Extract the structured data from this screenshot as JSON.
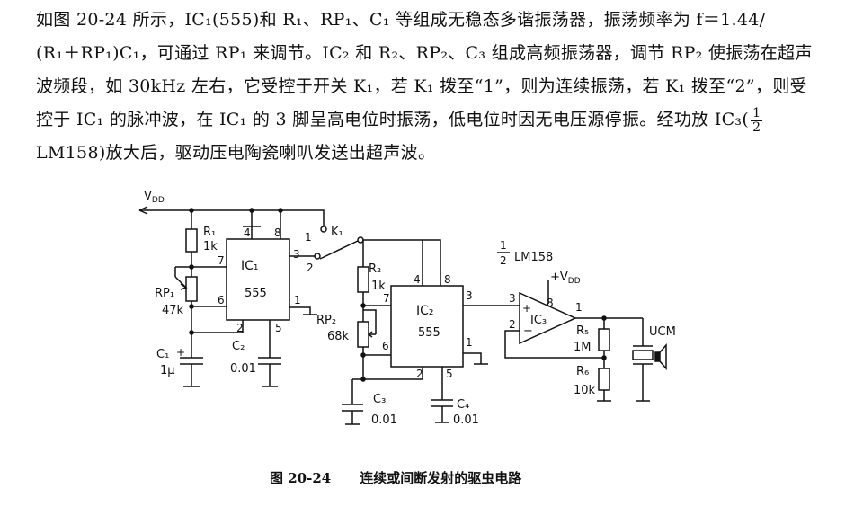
{
  "description": {
    "line1": "如图 20-24 所示，IC₁(555)和 R₁、RP₁、C₁ 等组成无稳态多谐振荡器，振荡频率为 f＝1.44/",
    "line2": "(R₁＋RP₁)C₁，可通过 RP₁ 来调节。IC₂ 和 R₂、RP₂、C₃ 组成高频振荡器，调节 RP₂ 使振荡在超声",
    "line3": "波频段，如 30kHz 左右，它受控于开关 K₁，若 K₁ 拨至“1”，则为连续振荡，若 K₁ 拨至“2”，则受",
    "line4_pre": "控于 IC₁ 的脉冲波，在 IC₁ 的 3 脚呈高电位时振荡，低电位时因无电压源停振。经功放 IC₃(",
    "frac_num": "1",
    "frac_den": "2",
    "line5": "LM158)放大后，驱动压电陶瓷喇叭发送出超声波。"
  },
  "labels": {
    "vdd": "V",
    "vdd_sub": "DD",
    "r1": "R₁",
    "r1_val": "1k",
    "rp1": "RP₁",
    "rp1_val": "47k",
    "c1": "C₁",
    "c1_val": "1μ",
    "c2": "C₂",
    "c2_val": "0.01",
    "ic1": "IC₁",
    "ic1_part": "555",
    "k1": "K₁",
    "r2": "R₂",
    "r2_val": "1k",
    "rp2": "RP₂",
    "rp2_val": "68k",
    "ic2": "IC₂",
    "ic2_part": "555",
    "c3": "C₃",
    "c3_val": "0.01",
    "c4": "C₄",
    "c4_val": "0.01",
    "opamp_frac_num": "1",
    "opamp_frac_den": "2",
    "opamp_part": "LM158",
    "opamp_vdd": "+V",
    "ic3": "IC₃",
    "r5": "R₅",
    "r5_val": "1M",
    "r6": "R₆",
    "r6_val": "10k",
    "ucm": "UCM",
    "pins": {
      "ic1_4": "4",
      "ic1_8": "8",
      "ic1_7": "7",
      "ic1_3": "3",
      "ic1_6": "6",
      "ic1_1": "1",
      "ic1_2": "2",
      "ic1_5": "5",
      "k1_1": "1",
      "k1_2": "2",
      "ic2_4": "4",
      "ic2_8": "8",
      "ic2_7": "7",
      "ic2_3": "3",
      "ic2_6": "6",
      "ic2_1": "1",
      "ic2_2": "2",
      "ic2_5": "5",
      "op_3": "3",
      "op_8": "8",
      "op_1": "1",
      "op_2": "2"
    }
  },
  "caption": {
    "figure": "图 20-24",
    "title": "连续或间断发射的驱虫电路"
  }
}
